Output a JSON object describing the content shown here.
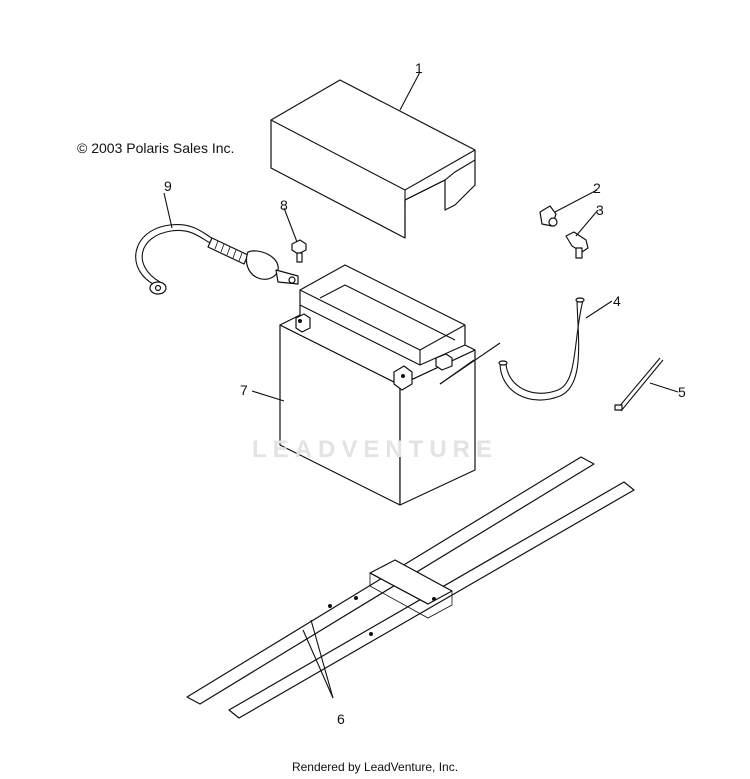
{
  "copyright": "© 2003 Polaris Sales Inc.",
  "footer": "Rendered by LeadVenture, Inc.",
  "watermark": "LEADVENTURE",
  "callouts": [
    "1",
    "2",
    "3",
    "4",
    "5",
    "6",
    "7",
    "8",
    "9"
  ]
}
